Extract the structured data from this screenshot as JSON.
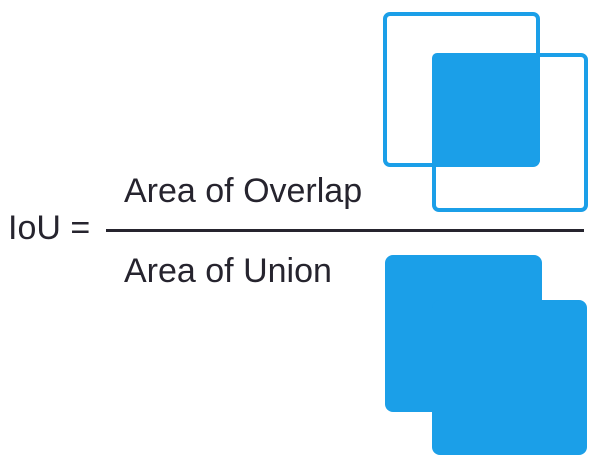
{
  "formula": {
    "lhs": "IoU =",
    "numerator": "Area of Overlap",
    "denominator": "Area of Union"
  },
  "colors": {
    "blue": "#1B9FE8",
    "ink": "#26242E",
    "bg": "#FFFFFF"
  },
  "diagrams": {
    "overlap": {
      "description": "two overlapping square outlines with the intersection region filled solid blue"
    },
    "union": {
      "description": "two overlapping squares filled solid blue forming one union silhouette"
    }
  }
}
